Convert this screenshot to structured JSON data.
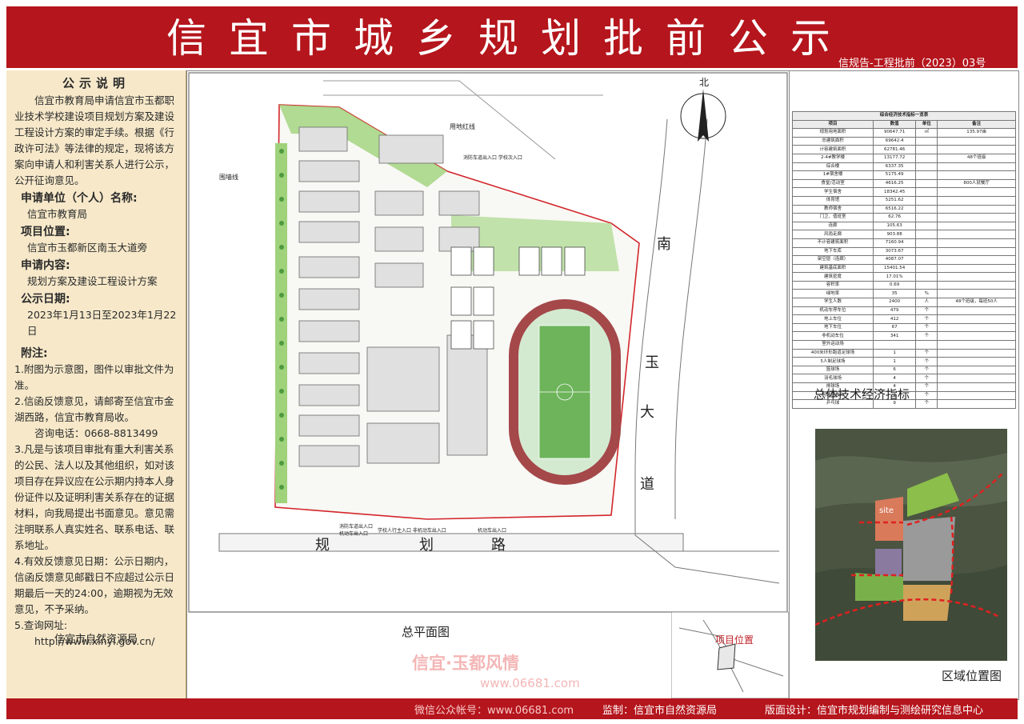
{
  "header": {
    "title": "信宜市城乡规划批前公示",
    "doc_no": "信规告-工程批前（2023）03号"
  },
  "notice": {
    "title": "公示说明",
    "body": "信宜市教育局申请信宜市玉都职业技术学校建设项目规划方案及建设工程设计方案的审定手续。根据《行政许可法》等法律的规定，现将该方案向申请人和利害关系人进行公示，公开征询意见。",
    "applicant_label": "申请单位（个人）名称:",
    "applicant": "信宜市教育局",
    "location_label": "项目位置:",
    "location": "信宜市玉都新区南玉大道旁",
    "content_label": "申请内容:",
    "content": "规划方案及建设工程设计方案",
    "date_label": "公示日期:",
    "date": "2023年1月13日至2023年1月22日",
    "notes_label": "附注:",
    "notes": [
      "1.附图为示意图，图件以审批文件为准。",
      "2.信函反馈意见，请邮寄至信宜市金湖西路，信宜市教育局收。",
      "咨询电话：0668-8813499",
      "3.凡是与该项目审批有重大利害关系的公民、法人以及其他组织，如对该项目存在异议应在公示期内持本人身份证件以及证明利害关系存在的证据材料，向我局提出书面意见。意见需注明联系人真实姓名、联系电话、联系地址。",
      "4.有效反馈意见日期：公示日期内，信函反馈意见邮戳日不应超过公示日期最后一天的24:00，逾期视为无效意见，不予采纳。",
      "5.查询网址:",
      "http://www.xinyi.gov.cn/"
    ],
    "issuer": "信宜市自然资源局"
  },
  "plan": {
    "caption": "总平面图",
    "north": "北",
    "road_east": [
      "南",
      "玉",
      "大",
      "道"
    ],
    "road_south": [
      "规",
      "划",
      "路"
    ],
    "labels": {
      "fence": "围墙线",
      "redline": "用地红线",
      "north_gate": "消防车道出入口\n学校次入口",
      "gate1": "消防车道出入口",
      "gate1b": "机动车出入口",
      "gate2": "学校人行主入口 非机动车出入口",
      "gate3": "机动车出入口"
    }
  },
  "indicators": {
    "caption": "总体技术经济指标",
    "table_title": "综合经济技术指标一览表",
    "headers": [
      "项目",
      "数值",
      "单位",
      "备注"
    ],
    "rows": [
      [
        "规划用地面积",
        "90647.71",
        "㎡",
        "135.97亩"
      ],
      [
        "总建筑面积",
        "69642.4",
        "",
        ""
      ],
      [
        "计容建筑面积",
        "62781.46",
        "",
        ""
      ],
      [
        "2-4#教学楼",
        "13177.72",
        "",
        "48个班级"
      ],
      [
        "综合楼",
        "6337.35",
        "",
        ""
      ],
      [
        "1#宿舍楼",
        "5175.49",
        "",
        ""
      ],
      [
        "食堂/活动室",
        "4616.25",
        "",
        "800人就餐厅"
      ],
      [
        "学生宿舍",
        "18342.45",
        "",
        ""
      ],
      [
        "体育馆",
        "5251.62",
        "",
        ""
      ],
      [
        "教师宿舍",
        "6516.22",
        "",
        ""
      ],
      [
        "门卫、值班室",
        "62.76",
        "",
        ""
      ],
      [
        "连廊",
        "105.63",
        "",
        ""
      ],
      [
        "风雨走廊",
        "903.88",
        "",
        ""
      ],
      [
        "不计容建筑面积",
        "7160.94",
        "",
        ""
      ],
      [
        "地下车库",
        "3073.67",
        "",
        ""
      ],
      [
        "架空层（连廊）",
        "4087.07",
        "",
        ""
      ],
      [
        "建筑基底面积",
        "15401.54",
        "",
        ""
      ],
      [
        "建筑密度",
        "17.01%",
        "",
        ""
      ],
      [
        "容积率",
        "0.69",
        "",
        ""
      ],
      [
        "绿地率",
        "35",
        "%",
        ""
      ],
      [
        "学生人数",
        "2400",
        "人",
        "48个班级，每班50人"
      ],
      [
        "机动车停车位",
        "479",
        "个",
        ""
      ],
      [
        "地上车位",
        "412",
        "个",
        ""
      ],
      [
        "地下车位",
        "67",
        "个",
        ""
      ],
      [
        "非机动车位",
        "341",
        "个",
        ""
      ],
      [
        "室外运动场",
        "",
        "",
        ""
      ],
      [
        "400米环形跑道足球场",
        "1",
        "个",
        ""
      ],
      [
        "5人制足球场",
        "1",
        "个",
        ""
      ],
      [
        "篮球场",
        "6",
        "个",
        ""
      ],
      [
        "羽毛球场",
        "4",
        "个",
        ""
      ],
      [
        "排球场",
        "4",
        "个",
        ""
      ],
      [
        "网球场看台",
        "1",
        "个",
        ""
      ],
      [
        "乒乓球",
        "9",
        "个",
        ""
      ]
    ]
  },
  "region": {
    "caption": "区域位置图",
    "site_label": "site",
    "location_caption": "项目位置"
  },
  "footer": {
    "supervision": "监制：信宜市自然资源局",
    "design": "版面设计：信宜市规划编制与测绘研究信息中心",
    "watermark_brand": "信宜·玉都风情",
    "watermark_url": "www.06681.com",
    "watermark_wechat": "微信公众帐号：www.06681.com"
  }
}
